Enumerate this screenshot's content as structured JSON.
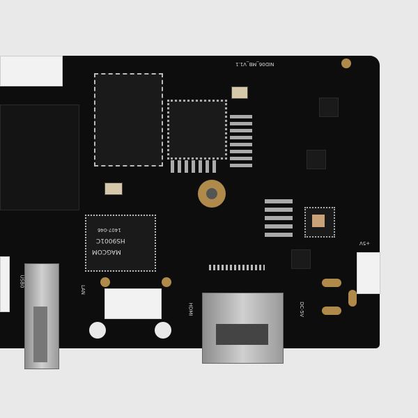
{
  "board": {
    "model": "NID06_MB_V1.1",
    "transformer": {
      "brand": "MAGCOM",
      "part": "HS9001C",
      "code": "1407-046"
    },
    "labels": {
      "usb": "USB0",
      "lan": "LAN",
      "hdmi": "HDMI",
      "dc": "DC-5V",
      "power": "+5V"
    }
  },
  "colors": {
    "pcb": "#0d0d0d",
    "background": "#e9e9e9",
    "pads": "#b08a4a"
  }
}
